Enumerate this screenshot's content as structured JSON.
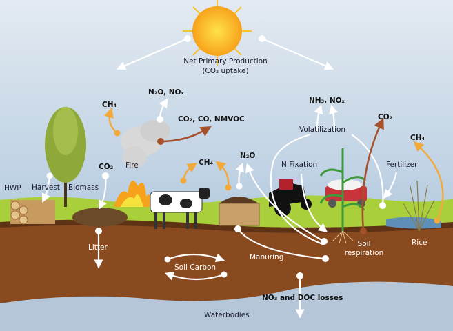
{
  "title": "Net Primary Production",
  "subtitle": "(CO₂ uptake)",
  "labels": {
    "ch4_fire": "CH₄",
    "n2o_nox": "N₂O, NOₓ",
    "co2_co_nmvoc": "CO₂, CO, NMVOC",
    "co2_biomass": "CO₂",
    "fire": "Fire",
    "hwp": "HWP",
    "harvest": "Harvest",
    "biomass": "Biomass",
    "ch4_livestock": "CH₄",
    "n2o_manure": "N₂O",
    "nh3_nox": "NH₃, NOₓ",
    "volatilization": "Volatilization",
    "co2_soil": "CO₂",
    "ch4_rice": "CH₄",
    "n_fixation": "N Fixation",
    "fertilizer": "Fertilizer",
    "litter": "Litter",
    "soil_carbon": "Soil Carbon",
    "manuring": "Manuring",
    "soil_respiration_1": "Soil",
    "soil_respiration_2": "respiration",
    "rice": "Rice",
    "no3_doc": "NO₃ and DOC losses",
    "waterbodies": "Waterbodies"
  },
  "colors": {
    "sky_top": "#dfe8f0",
    "sky_bottom": "#a9c3dc",
    "grass": "#a9cf3a",
    "soil": "#8a4a1f",
    "ch4_arrow": "#f2a93b",
    "co2_arrow": "#a5512b"
  }
}
